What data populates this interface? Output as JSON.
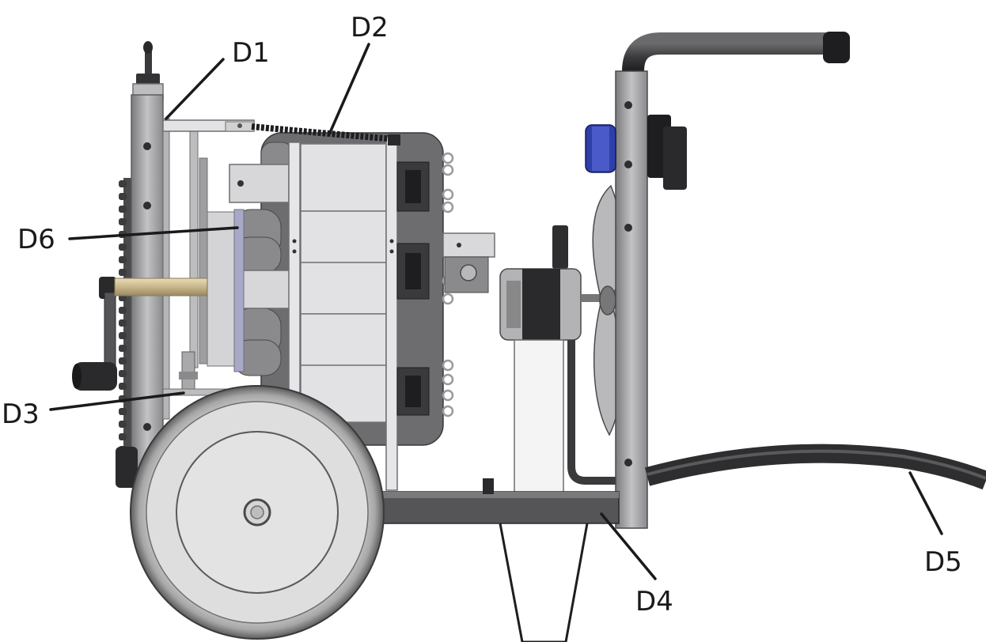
{
  "callouts": {
    "d1": "D1",
    "d2": "D2",
    "d3": "D3",
    "d4": "D4",
    "d5": "D5",
    "d6": "D6"
  },
  "colors": {
    "frame": "#a9a9ab",
    "frame_dark": "#6f6f72",
    "panel": "#e1e1e1",
    "dark_part": "#2e2e30",
    "hose": "#3a3a3c",
    "knob_blue": "#2f3fa8",
    "shaft": "#c9b88e",
    "label": "#1a1a1a"
  },
  "icons": [
    "wheel-icon",
    "hand-crank-icon",
    "fan-icon",
    "motor-icon",
    "handle-icon",
    "knob-icon"
  ]
}
